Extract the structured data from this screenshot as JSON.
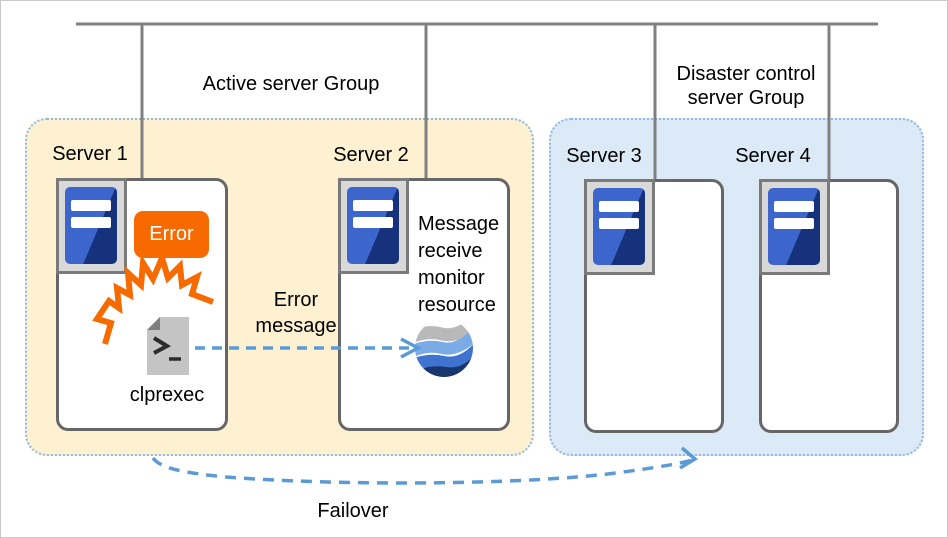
{
  "groups": {
    "active": {
      "label": "Active server Group"
    },
    "disaster": {
      "label_lines": [
        "Disaster control",
        "server Group"
      ]
    }
  },
  "servers": [
    {
      "name": "Server 1"
    },
    {
      "name": "Server 2"
    },
    {
      "name": "Server 3"
    },
    {
      "name": "Server 4"
    }
  ],
  "server1": {
    "error_badge": "Error",
    "command_label": "clprexec"
  },
  "server2": {
    "resource_lines": [
      "Message",
      "receive",
      "monitor",
      "resource"
    ]
  },
  "annotations": {
    "error_message_lines": [
      "Error",
      "message"
    ],
    "failover_label": "Failover"
  },
  "icons": {
    "server": "server-tower-icon",
    "error_burst": "error-burst-icon",
    "command_doc": "terminal-document-icon",
    "monitor_resource": "globe-waves-icon"
  },
  "colors": {
    "accent_orange": "#f76a00",
    "arrow_blue": "#5b9bd5",
    "active_group_fill": "#fdf1d1",
    "disaster_group_fill": "#dce9f6",
    "group_border": "#8fb8e2",
    "bus_line_gray": "#808080",
    "box_border_gray": "#666666",
    "tower_blue_light": "#3c66cb",
    "tower_blue_dark": "#16327c",
    "globe_gray": "#b9b9b9",
    "globe_light_blue": "#7aabe6",
    "globe_mid_blue": "#3e73cf",
    "globe_navy": "#17366e"
  }
}
